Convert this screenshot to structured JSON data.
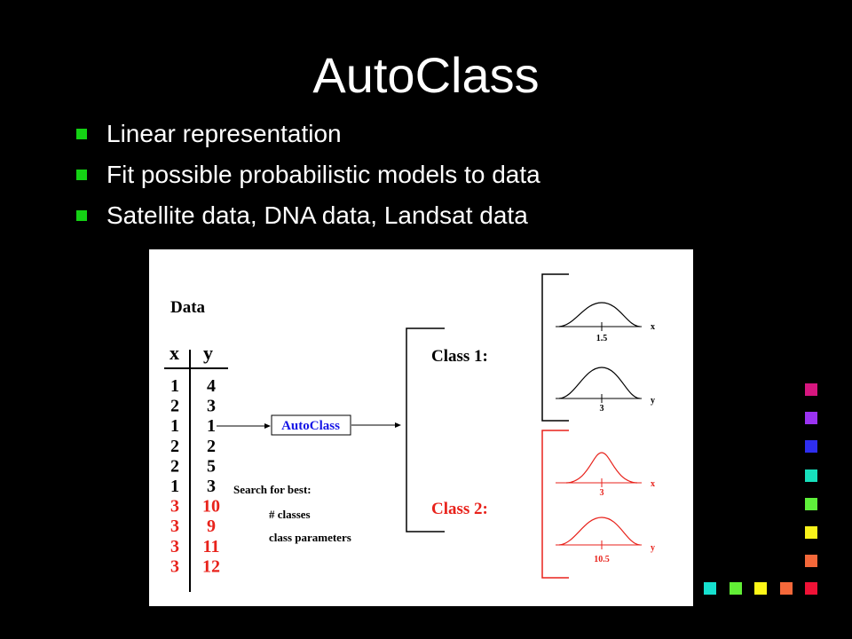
{
  "slide": {
    "title": "AutoClass",
    "bullets": [
      "Linear representation",
      "Fit possible probabilistic models to data",
      "Satellite data, DNA data, Landsat data"
    ]
  },
  "figure": {
    "data_heading": "Data",
    "col_x": "x",
    "col_y": "y",
    "rows_black": [
      [
        "1",
        "4"
      ],
      [
        "2",
        "3"
      ],
      [
        "1",
        "1"
      ],
      [
        "2",
        "2"
      ],
      [
        "2",
        "5"
      ],
      [
        "1",
        "3"
      ]
    ],
    "rows_red": [
      [
        "3",
        "10"
      ],
      [
        "3",
        "9"
      ],
      [
        "3",
        "11"
      ],
      [
        "3",
        "12"
      ]
    ],
    "autoclass_label": "AutoClass",
    "search_title": "Search for best:",
    "search_item1": "# classes",
    "search_item2": "class parameters",
    "class1_label": "Class  1:",
    "class2_label": "Class  2:",
    "class1_x_tick": "1.5",
    "class1_x_axis": "x",
    "class1_y_tick": "3",
    "class1_y_axis": "y",
    "class2_x_tick": "3",
    "class2_x_axis": "x",
    "class2_y_tick": "10.5",
    "class2_y_axis": "y"
  },
  "colors": {
    "black": "#000000",
    "red": "#e8221b",
    "blue": "#1515e6",
    "bullet": "#14d214",
    "squares_column": [
      "#d6167f",
      "#9b33f2",
      "#2e2ef0",
      "#17e0bd",
      "#5ef03a",
      "#f8f21a",
      "#f4683a"
    ],
    "squares_row": [
      "#16e0cf",
      "#62ee36",
      "#fdf617",
      "#f4683a",
      "#f01236"
    ]
  }
}
